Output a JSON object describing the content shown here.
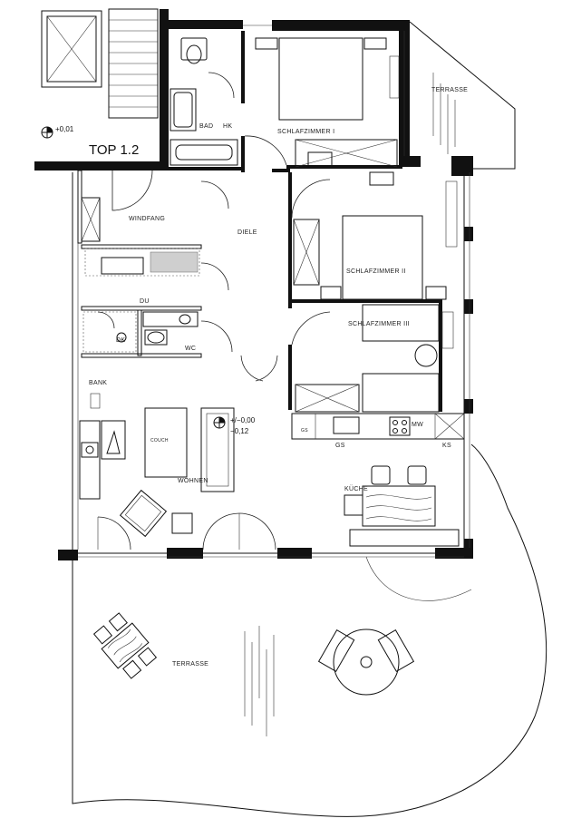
{
  "plan": {
    "unit_label": "TOP 1.2",
    "levels": {
      "entrance": "+0,01",
      "living_top": "+/−0,00",
      "living_bottom": "−0,12"
    },
    "rooms": {
      "bad": "BAD",
      "hk": "HK",
      "schlafzimmer_1": "SCHLAFZIMMER I",
      "schlafzimmer_2": "SCHLAFZIMMER II",
      "schlafzimmer_3": "SCHLAFZIMMER III",
      "windfang": "WINDFANG",
      "diele": "DIELE",
      "du": "DU",
      "dk": "DK",
      "wc": "WC",
      "bank": "BANK",
      "couch": "COUCH",
      "wohnen": "WOHNEN",
      "kueche": "KÜCHE",
      "terrasse_right": "TERRASSE",
      "terrasse_bottom": "TERRASSE"
    },
    "kitchen": {
      "gs": "GS",
      "mw": "MW",
      "ks": "KS",
      "gs_small": "GS"
    }
  }
}
